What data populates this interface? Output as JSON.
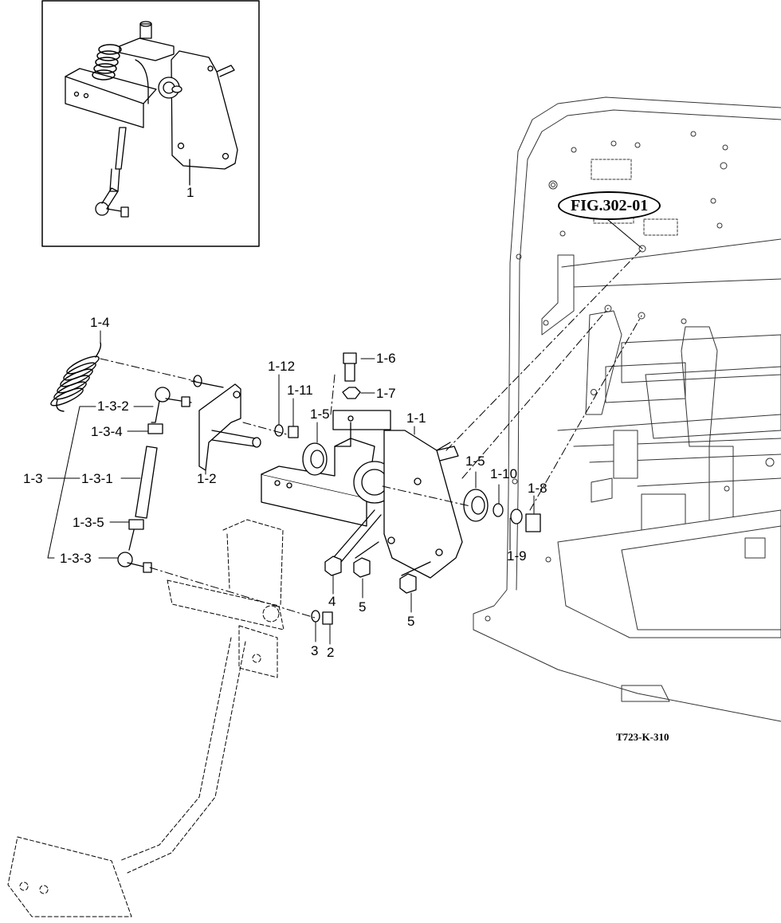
{
  "figure_ref": "FIG.302-01",
  "drawing_code": "T723-K-310",
  "inset": {
    "label": "1"
  },
  "part_labels": {
    "p1_4": "1-4",
    "p1_3_2": "1-3-2",
    "p1_3_4": "1-3-4",
    "p1_3": "1-3",
    "p1_3_1": "1-3-1",
    "p1_3_5": "1-3-5",
    "p1_3_3": "1-3-3",
    "p1_2": "1-2",
    "p1_12": "1-12",
    "p1_11": "1-11",
    "p1_5a": "1-5",
    "p1_6": "1-6",
    "p1_7": "1-7",
    "p1_1": "1-1",
    "p1_5b": "1-5",
    "p1_10": "1-10",
    "p1_8": "1-8",
    "p1_9": "1-9",
    "p4": "4",
    "p5a": "5",
    "p5b": "5",
    "p3": "3",
    "p2": "2"
  },
  "colors": {
    "line": "#000000",
    "background": "#ffffff"
  }
}
